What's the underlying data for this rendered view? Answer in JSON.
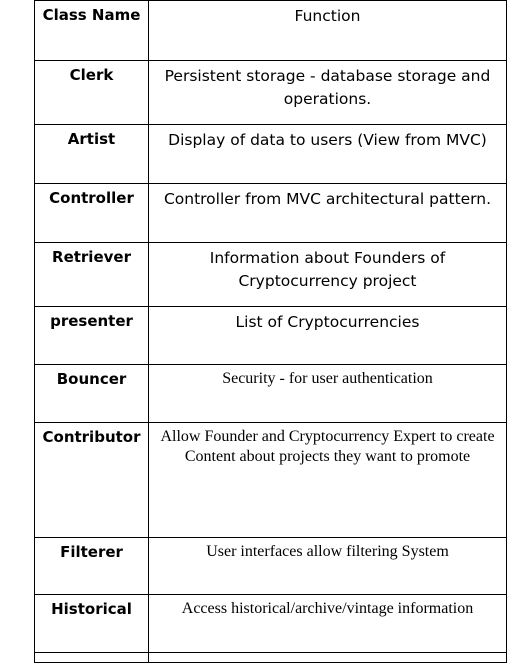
{
  "table": {
    "header": {
      "class_name": "Class Name",
      "function": "Function"
    },
    "rows": [
      {
        "class_name": "Clerk",
        "function": "Persistent storage - database storage and operations."
      },
      {
        "class_name": "Artist",
        "function": "Display of data to users (View from MVC)"
      },
      {
        "class_name": "Controller",
        "function": "Controller from MVC architectural pattern."
      },
      {
        "class_name": "Retriever",
        "function": "Information about Founders of Cryptocurrency project"
      },
      {
        "class_name": "presenter",
        "function": "List of Cryptocurrencies"
      },
      {
        "class_name": "Bouncer",
        "function": "Security - for user authentication"
      },
      {
        "class_name": "Contributor",
        "function": "Allow Founder and Cryptocurrency Expert to create Content about projects they want to promote"
      },
      {
        "class_name": "Filterer",
        "function": "User interfaces allow filtering System"
      },
      {
        "class_name": "Historical",
        "function": "Access historical/archive/vintage information"
      }
    ]
  }
}
